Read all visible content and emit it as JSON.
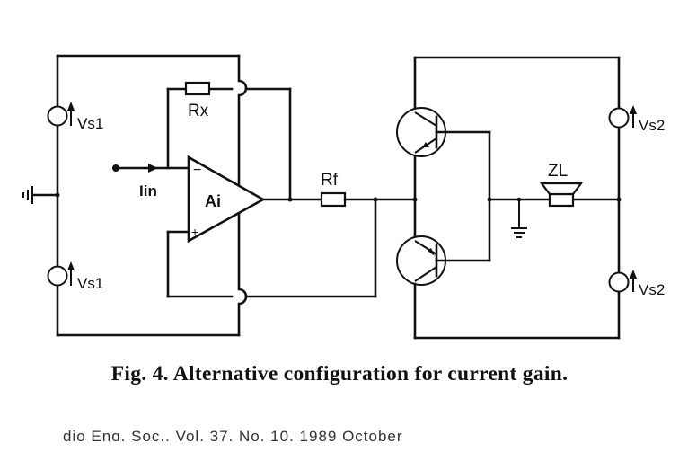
{
  "figure": {
    "labels": {
      "vs1_top": "Vs1",
      "vs1_bottom": "Vs1",
      "vs2_top": "Vs2",
      "vs2_bottom": "Vs2",
      "rx": "Rx",
      "rf": "Rf",
      "iin": "Iin",
      "ai": "Ai",
      "zl": "ZL",
      "opamp_minus": "−",
      "opamp_plus": "+"
    }
  },
  "caption": "Fig. 4. Alternative configuration for current gain.",
  "footer": "dio Eng. Soc., Vol. 37, No. 10, 1989 October"
}
